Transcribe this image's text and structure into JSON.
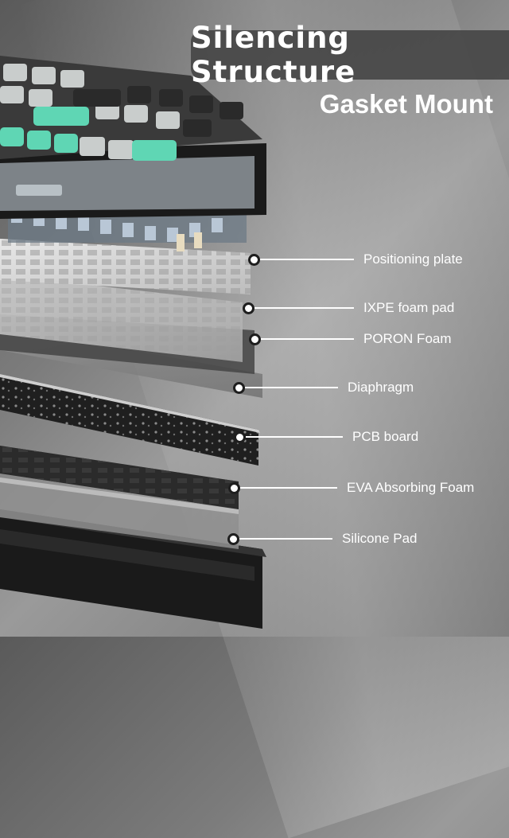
{
  "header": {
    "title": "Silencing Structure",
    "subtitle": "Gasket Mount"
  },
  "layers": [
    {
      "label": "Positioning plate"
    },
    {
      "label": "IXPE foam pad"
    },
    {
      "label": "PORON Foam"
    },
    {
      "label": "Diaphragm"
    },
    {
      "label": "PCB board"
    },
    {
      "label": "EVA Absorbing Foam"
    },
    {
      "label": "Silicone Pad"
    }
  ],
  "colors": {
    "keycap_mint": "#5fd6b4",
    "keycap_light": "#c9cdcc",
    "keycap_dark": "#2a2a2a",
    "case": "#1c1c1c"
  }
}
